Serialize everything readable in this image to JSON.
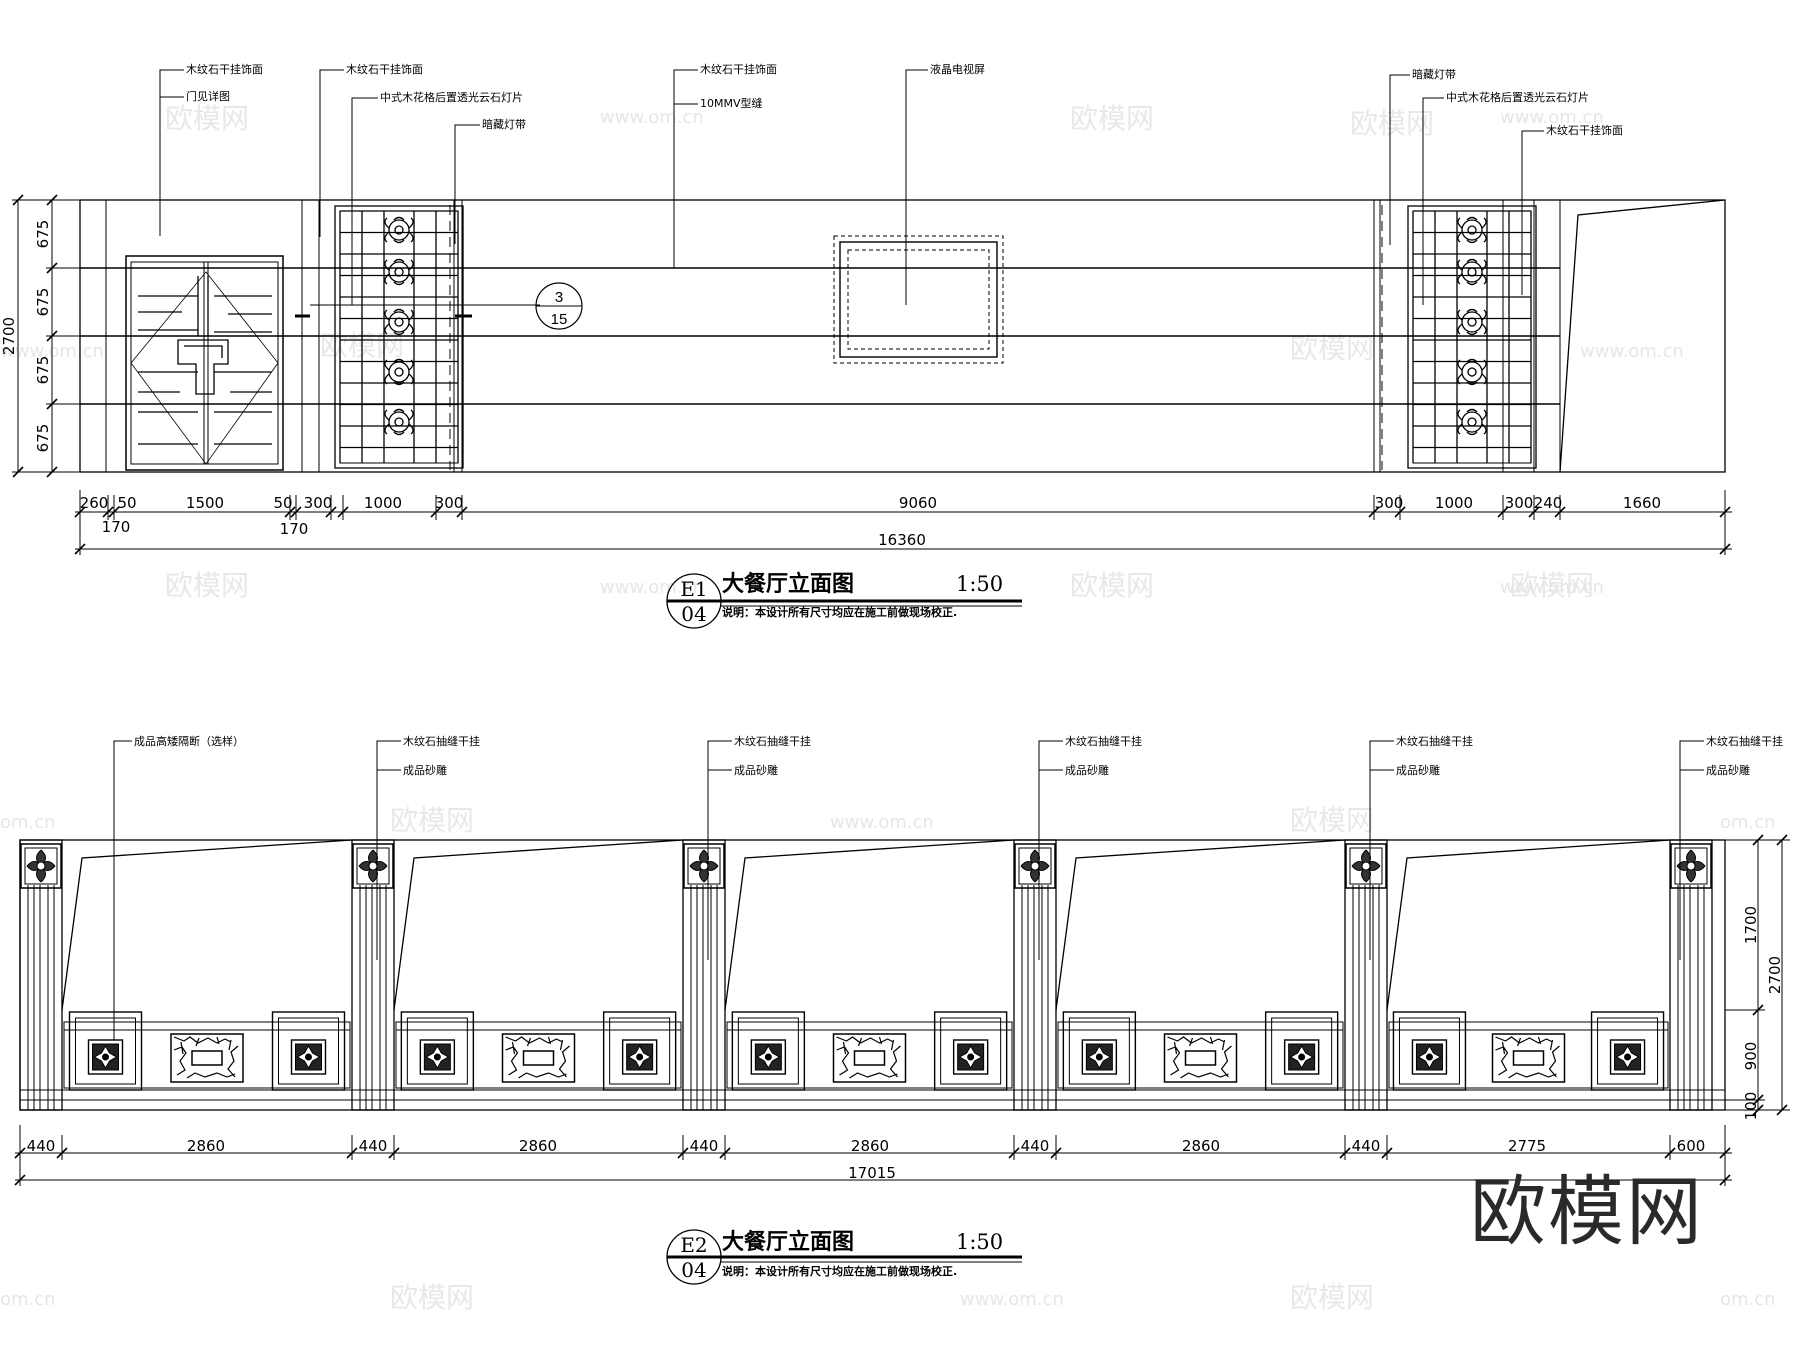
{
  "watermark": {
    "brand": "欧模网",
    "url": "www.om.cn",
    "url_partial": "om.cn"
  },
  "e1": {
    "title": "大餐厅立面图",
    "scale": "1:50",
    "code": "E1",
    "sheet": "04",
    "remark": "说明：本设计所有尺寸均应在施工前做现场校正.",
    "callout": {
      "top": "3",
      "bottom": "15"
    },
    "notes": {
      "a1": "木纹石干挂饰面",
      "a2": "门见详图",
      "b1": "木纹石干挂饰面",
      "b2": "中式木花格后置透光云石灯片",
      "b3": "暗藏灯带",
      "c1": "木纹石干挂饰面",
      "c2": "10MMV型缝",
      "d1": "液晶电视屏",
      "e1": "暗藏灯带",
      "e2": "中式木花格后置透光云石灯片",
      "e3": "木纹石干挂饰面"
    },
    "vdims": {
      "a": "675",
      "b": "675",
      "c": "675",
      "d": "675",
      "total": "2700"
    },
    "hdims": {
      "d1": "260",
      "d2": "50",
      "d3": "1500",
      "d4": "50",
      "d5": "300",
      "d6": "1000",
      "d7": "300",
      "d8": "9060",
      "d9": "300",
      "d10": "1000",
      "d11": "300",
      "d12": "240",
      "d13": "1660",
      "s1": "170",
      "s2": "170",
      "total": "16360"
    }
  },
  "e2": {
    "title": "大餐厅立面图",
    "scale": "1:50",
    "code": "E2",
    "sheet": "04",
    "remark": "说明：本设计所有尺寸均应在施工前做现场校正.",
    "notes": {
      "p1": "成品高矮隔断（选样）",
      "q1": "木纹石抽缝干挂",
      "q2": "成品砂雕"
    },
    "vdims": {
      "a": "1700",
      "b": "900",
      "c": "100",
      "total": "2700"
    },
    "hdims": {
      "d1": "440",
      "d2": "2860",
      "d3": "440",
      "d4": "2860",
      "d5": "440",
      "d6": "2860",
      "d7": "440",
      "d8": "2860",
      "d9": "440",
      "d10": "2775",
      "d11": "600",
      "total": "17015"
    }
  }
}
